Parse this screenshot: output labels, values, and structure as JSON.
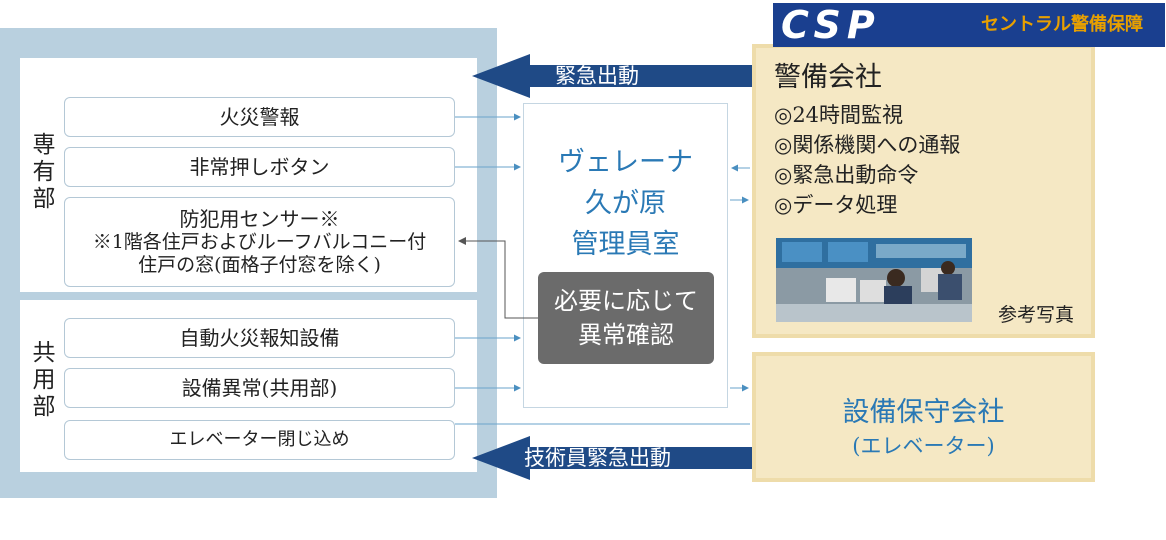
{
  "logo": {
    "mark": "CSP",
    "company": "セントラル警備保障"
  },
  "exclusive": {
    "label": "専\n有\n部",
    "items": [
      {
        "text": "火災警報"
      },
      {
        "text": "非常押しボタン"
      },
      {
        "text": "防犯用センサー※",
        "note1": "※1階各住戸およびルーフバルコニー付",
        "note2": "住戸の窓(面格子付窓を除く)"
      }
    ]
  },
  "common": {
    "label": "共\n用\n部",
    "items": [
      {
        "text": "自動火災報知設備"
      },
      {
        "text": "設備異常(共用部)"
      },
      {
        "text": "エレベーター閉じ込め"
      }
    ]
  },
  "management": {
    "line1": "ヴェレーナ",
    "line2": "久が原",
    "line3": "管理員室"
  },
  "check": {
    "line1": "必要に応じて",
    "line2": "異常確認"
  },
  "security": {
    "title": "警備会社",
    "items": [
      "◎24時間監視",
      "◎関係機関への通報",
      "◎緊急出動命令",
      "◎データ処理"
    ],
    "photo_caption": "参考写真"
  },
  "maintenance": {
    "title": "設備保守会社",
    "subtitle": "(エレベーター)"
  },
  "arrows": {
    "emergency": "緊急出動",
    "tech_emergency": "技術員緊急出動"
  },
  "colors": {
    "panel": "#b9d0df",
    "arrow": "#1f4a86",
    "tan": "#f5e8c4",
    "title_blue": "#2a79b5",
    "grey": "#6b6b6b"
  }
}
